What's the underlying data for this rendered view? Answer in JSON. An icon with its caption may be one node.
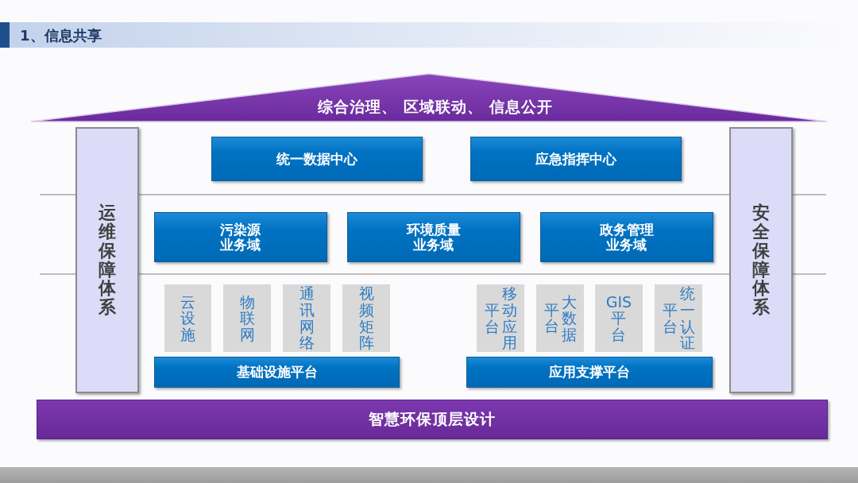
{
  "diagram": {
    "title": "1、信息共享",
    "nodes": [
      {
        "text": [
          "综合治理、 区域联动、 信息公开"
        ]
      },
      {
        "text": [
          "运维保障体系"
        ]
      },
      {
        "text": [
          "统一数据中心"
        ]
      },
      {
        "text": [
          "应急指挥中心"
        ]
      },
      {
        "text": [
          "安全保障体系"
        ]
      },
      {
        "text": [
          "污染源业务域"
        ]
      },
      {
        "text": [
          "环境质量业务域"
        ]
      },
      {
        "text": [
          "政务管理业务域"
        ]
      },
      {
        "text": [
          "云设施"
        ]
      },
      {
        "text": [
          "物联网"
        ]
      },
      {
        "text": [
          "通讯网络"
        ]
      },
      {
        "text": [
          "视频矩阵"
        ]
      },
      {
        "text": [
          "移动应用平台"
        ]
      },
      {
        "text": [
          "大数据平台"
        ]
      },
      {
        "text": [
          "GIS平台"
        ]
      },
      {
        "text": [
          "统一认证平台"
        ]
      },
      {
        "text": [
          "基础设施平台"
        ]
      },
      {
        "text": [
          "应用支撑平台"
        ]
      },
      {
        "text": [
          "智慧环保顶层设计"
        ]
      }
    ]
  }
}
